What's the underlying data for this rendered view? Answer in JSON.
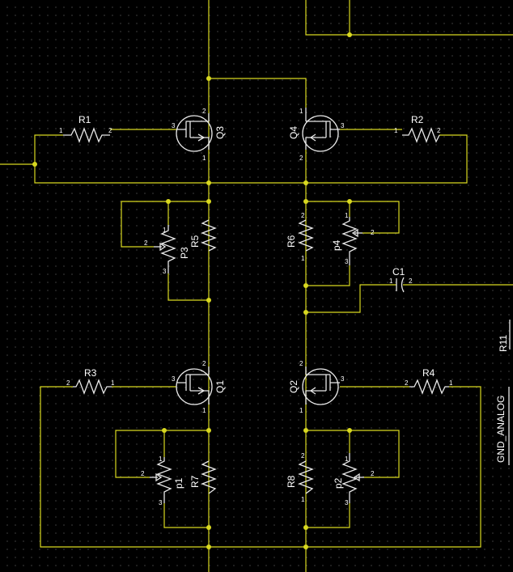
{
  "components": {
    "R1": "R1",
    "R2": "R2",
    "R3": "R3",
    "R4": "R4",
    "R5": "R5",
    "R6": "R6",
    "R7": "R7",
    "R8": "R8",
    "R11": "R11",
    "P1": "p1",
    "P2": "p2",
    "P3": "P3",
    "P4": "p4",
    "Q1": "Q1",
    "Q2": "Q2",
    "Q3": "Q3",
    "Q4": "Q4",
    "C1": "C1"
  },
  "nets": {
    "gnd": "GND_ANALOG"
  },
  "pins": {
    "p1": "1",
    "p2": "2",
    "p3": "3"
  },
  "colors": {
    "wire": "#d8d820",
    "part": "#e8e8e8",
    "text": "#ffffff",
    "background": "#000000"
  }
}
